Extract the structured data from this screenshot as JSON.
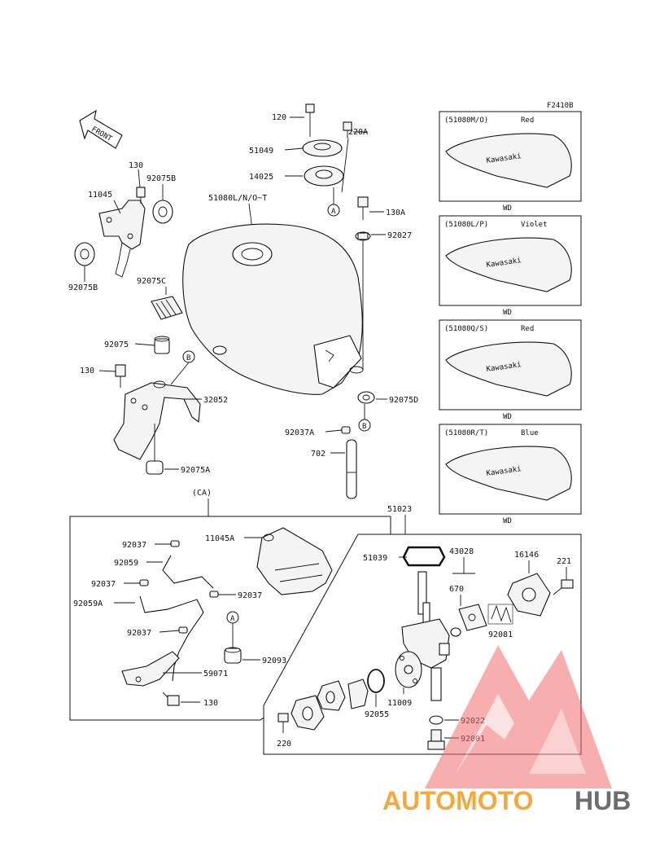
{
  "diagram": {
    "figure_code": "F2410B",
    "front_label": "FRONT",
    "section_ca_label": "(CA)",
    "parts_labels": {
      "p120": "120",
      "p220A": "220A",
      "p51049": "51049",
      "p14025": "14025",
      "pA1": "A",
      "p130A": "130A",
      "p92027": "92027",
      "p51080main": "51080L/N/O~T",
      "p130a": "130",
      "p92075B1": "92075B",
      "p11045": "11045",
      "p92075B2": "92075B",
      "p92075C": "92075C",
      "p92075": "92075",
      "pB1": "B",
      "p130b": "130",
      "p32052": "32052",
      "p92075A": "92075A",
      "p92075D": "92075D",
      "p92037A": "92037A",
      "pB2": "B",
      "p702": "702",
      "p51023": "51023",
      "p92037a": "92037",
      "p11045A": "11045A",
      "p92059": "92059",
      "p92037b": "92037",
      "p92037c": "92037",
      "p92059A": "92059A",
      "p92037d": "92037",
      "pA2": "A",
      "p92093": "92093",
      "p59071": "59071",
      "p130c": "130",
      "p51039": "51039",
      "p43028": "43028",
      "p16146": "16146",
      "p221": "221",
      "p670": "670",
      "p92081": "92081",
      "p11009": "11009",
      "p92055": "92055",
      "p92022": "92022",
      "p92001": "92001",
      "p220": "220"
    },
    "variants": [
      {
        "code": "(51080M/O)",
        "color": "Red",
        "note": "WD",
        "brand": "Kawasaki"
      },
      {
        "code": "(51080L/P)",
        "color": "Violet",
        "note": "WD",
        "brand": "Kawasaki"
      },
      {
        "code": "(51080Q/S)",
        "color": "Red",
        "note": "WD",
        "brand": "Kawasaki"
      },
      {
        "code": "(51080R/T)",
        "color": "Blue",
        "note": "WD",
        "brand": "Kawasaki"
      }
    ]
  },
  "watermark": {
    "brand_part1": "AUTOMOTO",
    "brand_part2": "HUB",
    "colors": {
      "orange": "#f4a93c",
      "gray": "#6d6d6d",
      "red": "#e85c5c"
    }
  }
}
